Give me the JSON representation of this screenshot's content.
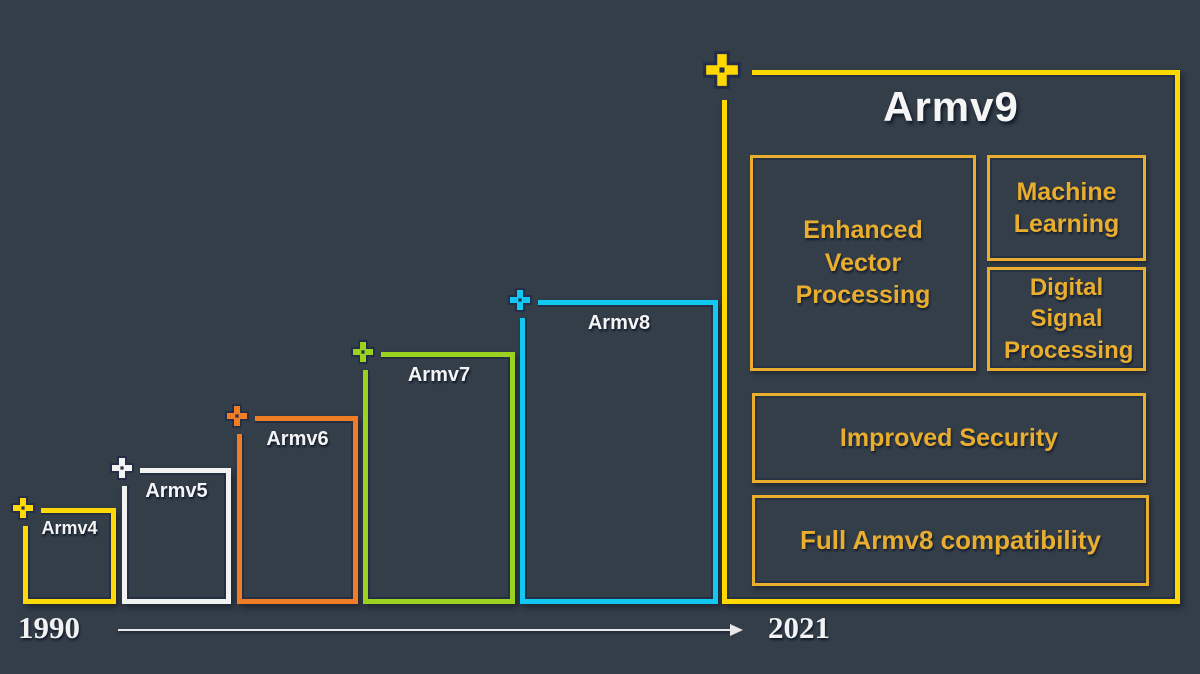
{
  "palette": {
    "background": "#343e49",
    "outline_navy": "#242e48",
    "text_white": "#f4f4f4",
    "armv9_yellow": "#ffd800",
    "feature_gold": "#eaae2e"
  },
  "timeline": {
    "start_year": "1990",
    "end_year": "2021",
    "versions": [
      {
        "label": "Armv4",
        "color": "#ffd905"
      },
      {
        "label": "Armv5",
        "color": "#f2f2f2"
      },
      {
        "label": "Armv6",
        "color": "#f07d26"
      },
      {
        "label": "Armv7",
        "color": "#9bd220"
      },
      {
        "label": "Armv8",
        "color": "#10c8f2"
      }
    ]
  },
  "armv9": {
    "title": "Armv9",
    "color": "#ffd800",
    "feature_color": "#eaae2e",
    "features": {
      "enhanced_vector": "Enhanced Vector Processing",
      "machine_learning": "Machine Learning",
      "digital_signal": "Digital Signal Processing",
      "security": "Improved Security",
      "compatibility": "Full Armv8 compatibility"
    }
  }
}
